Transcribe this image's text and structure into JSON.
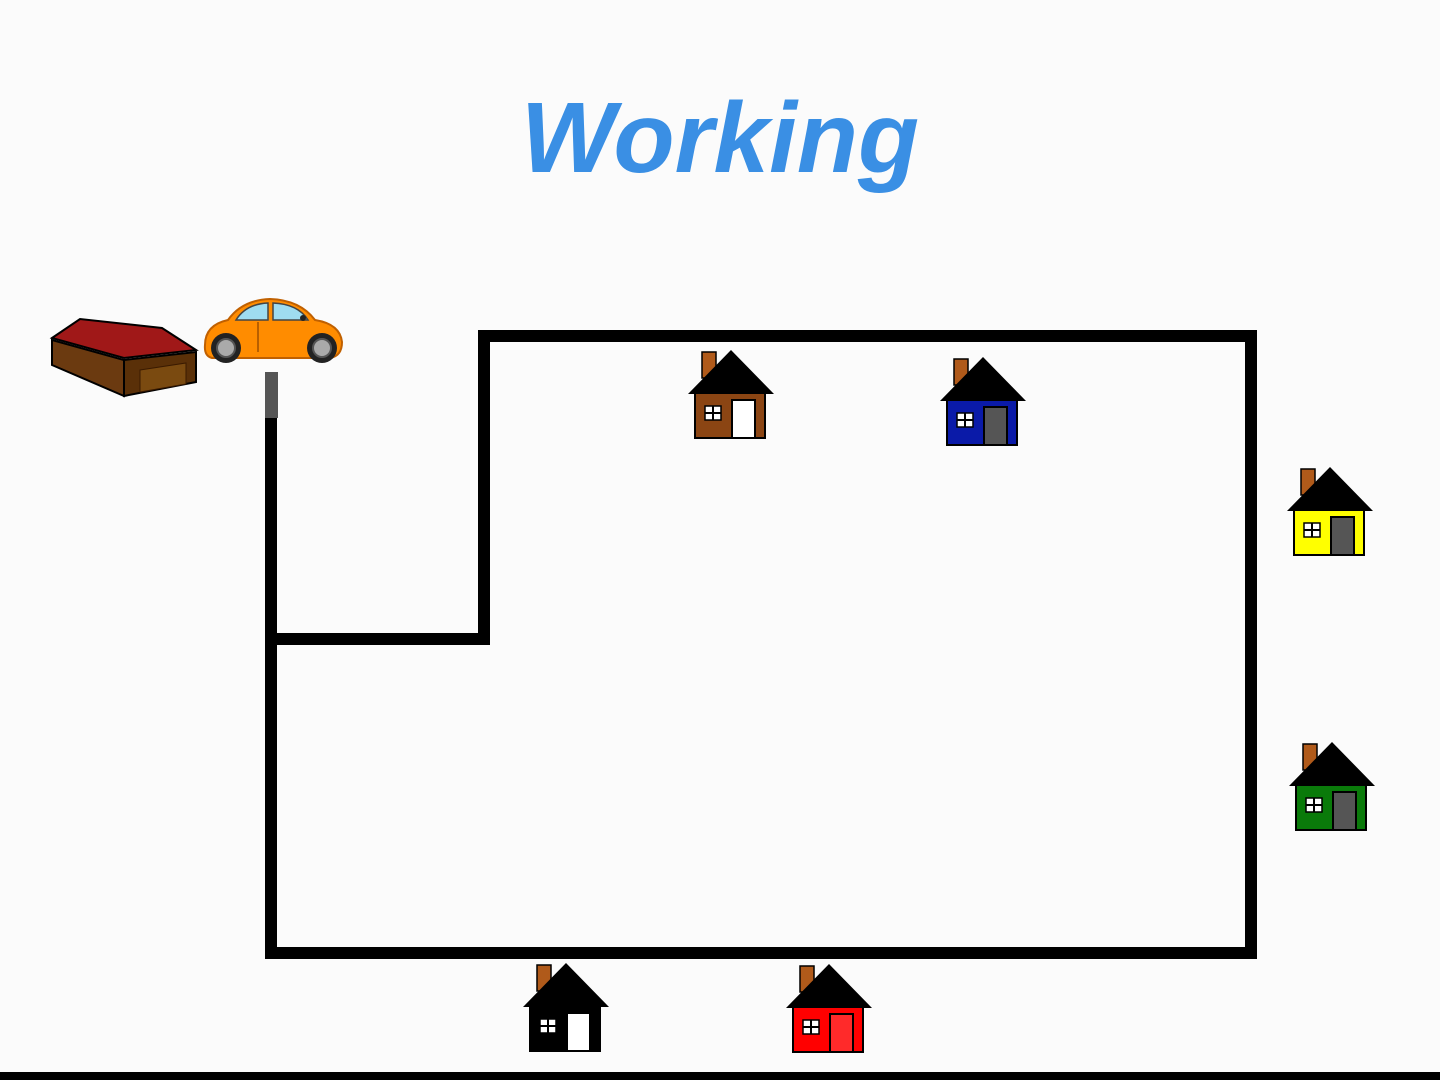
{
  "title": {
    "text": "Working",
    "color": "#3a8fe4"
  },
  "colors": {
    "road": "#000000",
    "roof": "#000000",
    "chimney": "#b05a1a",
    "car": "#ff8c00",
    "garage_roof": "#a01818",
    "garage_wall": "#6b3a10"
  },
  "houses": [
    {
      "name": "brown-house",
      "color": "#8b4513",
      "door": "#ffffff"
    },
    {
      "name": "blue-house",
      "color": "#0a1aa8",
      "door": "#555555"
    },
    {
      "name": "yellow-house",
      "color": "#ffff00",
      "door": "#555555"
    },
    {
      "name": "green-house",
      "color": "#0a7a0a",
      "door": "#555555"
    },
    {
      "name": "black-house",
      "color": "#000000",
      "door": "#ffffff"
    },
    {
      "name": "red-house",
      "color": "#ff0000",
      "door": "#ff2a2a"
    }
  ]
}
